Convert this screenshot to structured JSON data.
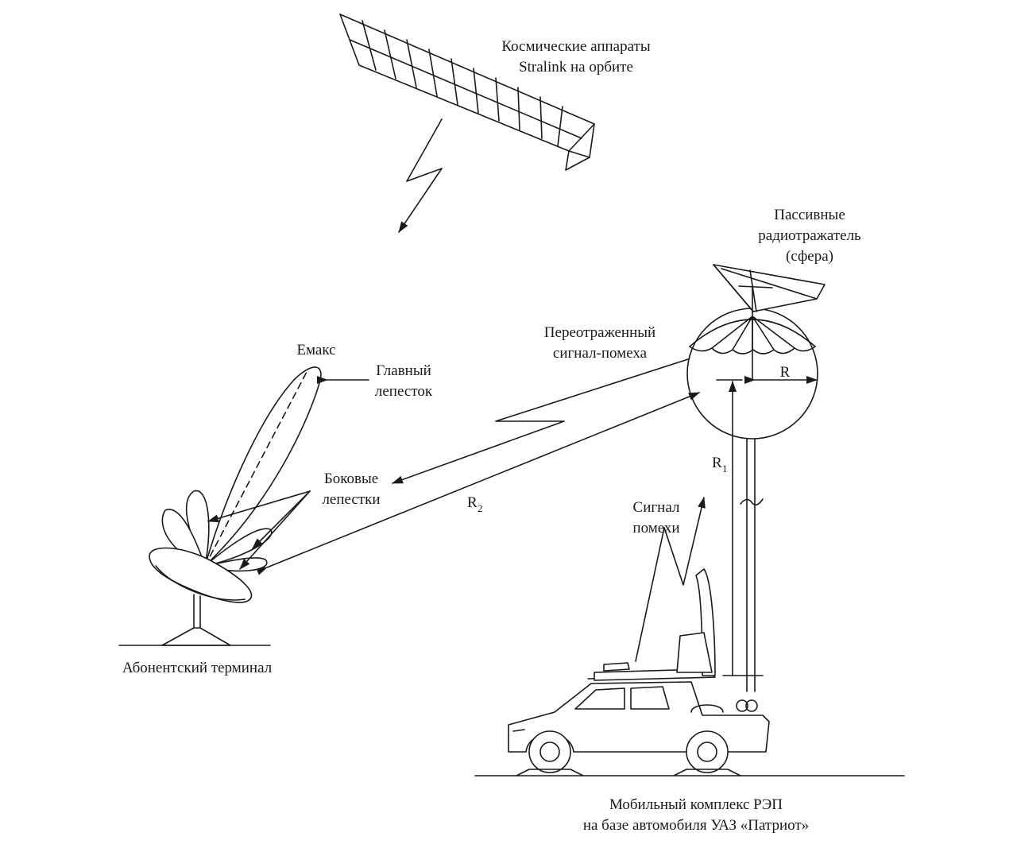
{
  "labels": {
    "satellites_line1": "Космические аппараты",
    "satellites_line2": "Stralink на орбите",
    "reflector_line1": "Пассивные",
    "reflector_line2": "радиотражатель",
    "reflector_line3": "(сфера)",
    "rereflected_line1": "Переотраженный",
    "rereflected_line2": "сигнал-помеха",
    "emax": "Емакс",
    "main_lobe_line1": "Главный",
    "main_lobe_line2": "лепесток",
    "side_lobes_line1": "Боковые",
    "side_lobes_line2": "лепестки",
    "radius": "R",
    "r1": "R",
    "r1_sub": "1",
    "r2": "R",
    "r2_sub": "2",
    "jam_signal_line1": "Сигнал",
    "jam_signal_line2": "помехи",
    "terminal": "Абонентский терминал",
    "mobile_line1": "Мобильный комплекс РЭП",
    "mobile_line2": "на базе автомобиля УАЗ «Патриот»"
  },
  "icons": {
    "satellite": "satellite-panel-icon",
    "sphere": "reflector-sphere-icon",
    "dish": "satellite-dish-icon",
    "vehicle": "uaz-patriot-vehicle-icon"
  },
  "colors": {
    "line": "#1a1a1a",
    "background": "#ffffff"
  }
}
